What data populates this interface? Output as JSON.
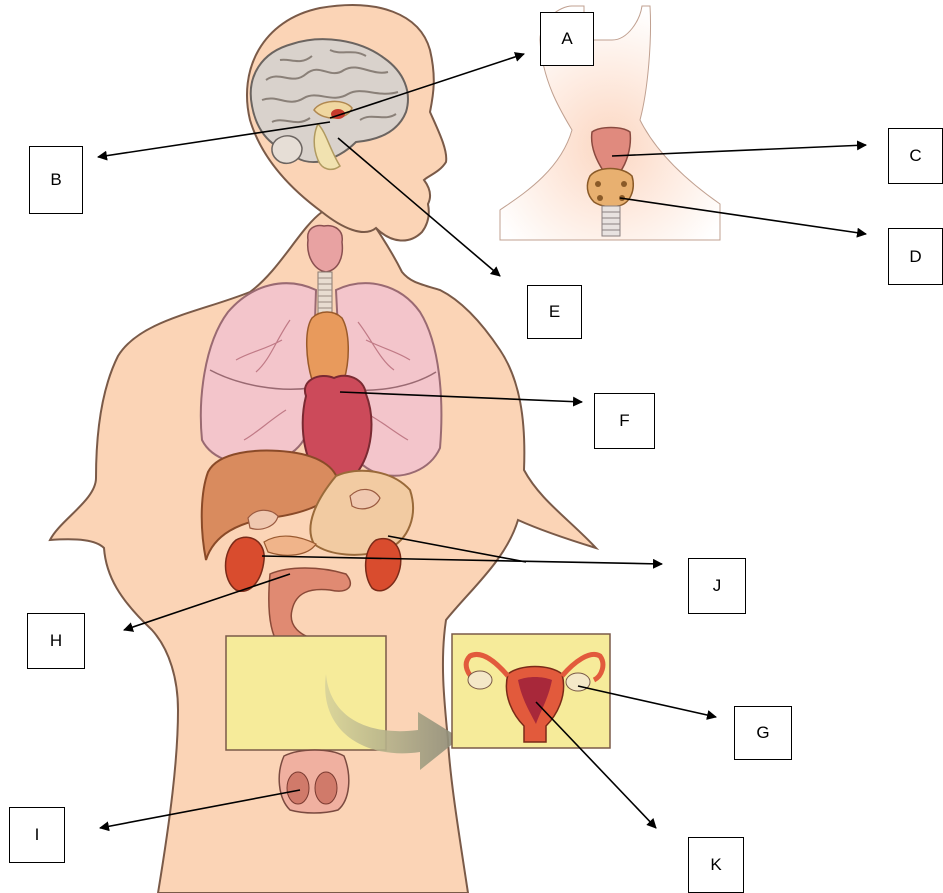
{
  "labels": {
    "A": "A",
    "B": "B",
    "C": "C",
    "D": "D",
    "E": "E",
    "F": "F",
    "G": "G",
    "H": "H",
    "I": "I",
    "J": "J",
    "K": "K"
  },
  "colors": {
    "skin": "#fbd4b6",
    "skin_outline": "#7a5a48",
    "neck_skin": "#fde3d2",
    "brain": "#d9d2cc",
    "lung": "#f3c5cb",
    "heart": "#cc4a5a",
    "liver": "#d98b5e",
    "stomach": "#f2cba2",
    "intestine": "#e08a72",
    "kidney": "#d94c2e",
    "inset_background": "#f6eb9a",
    "uterus": "#e25a3c",
    "thyroid": "#e08a7e",
    "arrow": "#000000"
  }
}
